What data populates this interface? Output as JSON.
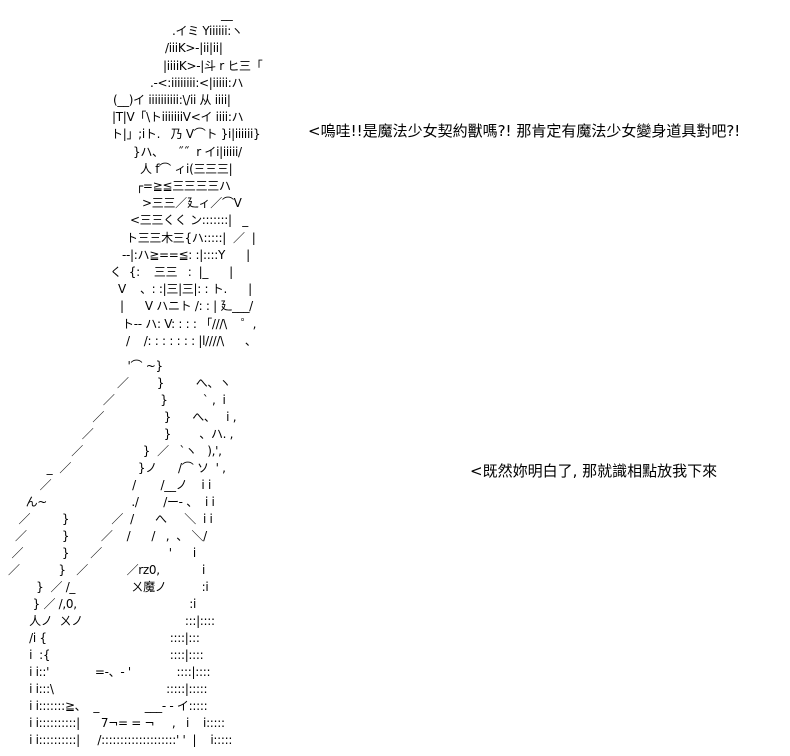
{
  "colors": {
    "background": "#ffffff",
    "ink": "#000000"
  },
  "speech": {
    "top": "<嗚哇!!是魔法少女契約獸嗎?! 那肯定有魔法少女變身道具對吧?!",
    "bottom": "<既然妳明白了, 那就識相點放我下來"
  },
  "art_top": [
    "  __",
    ".イミ Yiiiiii:ヽ",
    "/iiiK>-|ii|ii|",
    "|iiiiK>-|斗 r ヒ三「",
    ".-<:iiiiiiii:<|iiiii:ハ",
    "(__)イ iiiiiiiiii:\\/ii 从 iiii|",
    "|T|V「\\トiiiiiiiV<イ iiii:ハ",
    "ト|」;iト.   乃 V⌒ト }i|iiiiii}",
    "}ハ、    ˝˝  r イi|iiiii/",
    "人 f⌒ ィi(三三三|",
    "┌=≧≦三三三三ハ",
    ">三三／廴ィ／⌒V",
    "<三三くく ン:::::::|   _",
    "ト三三木三{ハ:::::|  ／  |",
    "--|:ハ≧==≦: :|::::Y      |",
    "く  {:    三三   :  |_      |",
    "V    、: :|三|三|: : ト.      |",
    "|      V ハニト /: : | 廴___/",
    "ト-- ハ: V: : : : 「///\\    ゜,",
    "/    /: : : : : : : |l////\\      、"
  ],
  "art_bottom": [
    "                                  '⌒ ~}",
    "                               ／        }         へ、ヽ",
    "                           ／             }          ` ,  i",
    "                        ／                 }      へ、   i ,",
    "                     ／                    }        、ハ. ,",
    "                  ／                 }  ／   `ヽ   ),',",
    "           _  ／                   }ノ      /⌒ ソ  ' ,",
    "         ／                       /       /__ノ    i i",
    "     ん~                        ./       /ー- 、  i i",
    "   ／         }            ／  /      へ     ＼  i i",
    "  ／          }         ／    /      /   ,  、 ＼/",
    " ／           }      ／                   '      i",
    "／           }   ／           ／rz0,            i",
    "        }  ／ /_                ㄨ魔ノ          :i",
    "       } ／ /,0,                                :i",
    "      人ノ  ㄨノ                             :::|::::",
    "      /i {                                   ::::|:::",
    "      i  :{                                  ::::|::::",
    "      i i::'             =‐、‐ '             ::::|::::",
    "      i i:::\\                                :::::|:::::",
    "      i i:::::::≧、  _             ___‐ - イ:::::",
    "      i i::::::::::|      7¬= = ¬     ,   i    i:::::",
    "      i i::::::::::|     /::::::::::::::::::::' '  |    i:::::"
  ]
}
